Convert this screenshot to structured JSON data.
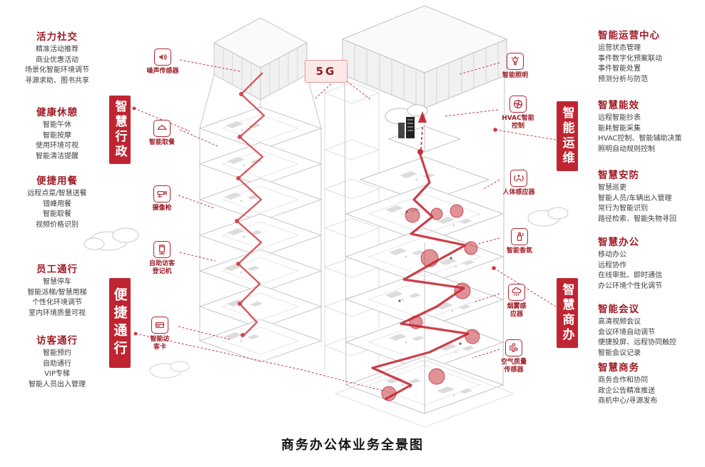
{
  "page": {
    "title": "商务办公体业务全景图",
    "badge_5g": "5G"
  },
  "colors": {
    "accent": "#b2242e",
    "heading": "#9e1c26",
    "vbox_bg": "#bf2531",
    "badge_bg": "#fbe9e7",
    "body_text": "#3f3f3f"
  },
  "left_groups": [
    {
      "heading": "活力社交",
      "items": [
        "精准活动推荐",
        "商业优惠活动",
        "场景化智能环境调节",
        "寻源求助、图书共享"
      ]
    },
    {
      "heading": "健康休憩",
      "items": [
        "智能午休",
        "智能按摩",
        "使用环境可视",
        "智能清洁提醒"
      ]
    },
    {
      "heading": "便捷用餐",
      "items": [
        "远程点菜/智慧送餐",
        "错峰用餐",
        "智能取餐",
        "视频价格识别"
      ]
    },
    {
      "heading": "员工通行",
      "items": [
        "智慧停车",
        "智能派梯/智慧用梯",
        "个性化环境调节",
        "室内环境质量可视"
      ]
    },
    {
      "heading": "访客通行",
      "items": [
        "智能预约",
        "自助通行",
        "VIP专梯",
        "智能人员出入管理"
      ]
    }
  ],
  "right_groups": [
    {
      "heading": "智能运营中心",
      "items": [
        "运营状态管理",
        "事件数字化预案联动",
        "事件智能处置",
        "预测分析与防范"
      ]
    },
    {
      "heading": "智慧能效",
      "items": [
        "远程智能抄表",
        "能耗智能采集",
        "HVAC控制、智能辅助决策",
        "照明自动规则控制"
      ]
    },
    {
      "heading": "智慧安防",
      "items": [
        "智慧巡更",
        "智能人员/车辆出入管理",
        "常行为智能识别",
        "路径检索、智能失物寻回"
      ]
    },
    {
      "heading": "智慧办公",
      "items": [
        "移动办公",
        "远程协作",
        "在线审批、即时通信",
        "办公环境个性化调节"
      ]
    },
    {
      "heading": "智能会议",
      "items": [
        "高清视频会议",
        "会议环境自动调节",
        "便捷投屏、远程协同触控",
        "智能会议记录"
      ]
    },
    {
      "heading": "智慧商务",
      "items": [
        "商务合作和协同",
        "政企公告精准推送",
        "商机中心/寻源发布"
      ]
    }
  ],
  "vertical_labels": {
    "smart_admin": "智慧行政",
    "convenient_access": "便捷通行",
    "smart_ops": "智能运维",
    "smart_business": "智慧商办"
  },
  "left_icons": [
    {
      "name": "noise-sensor",
      "label": "噪声传感器"
    },
    {
      "name": "smart-meal-pickup",
      "label": "智能取餐"
    },
    {
      "name": "cctv-camera",
      "label": "摄像枪"
    },
    {
      "name": "visitor-kiosk",
      "label": "自助访客登记机"
    },
    {
      "name": "visitor-card",
      "label": "智能访客卡"
    }
  ],
  "right_icons": [
    {
      "name": "smart-lighting",
      "label": "智能照明"
    },
    {
      "name": "hvac-control",
      "label": "HVAC智能控制"
    },
    {
      "name": "body-sensor",
      "label": "人体感应器"
    },
    {
      "name": "smart-fragrance",
      "label": "智能香氛"
    },
    {
      "name": "smoke-sensor",
      "label": "烟雾感应器"
    },
    {
      "name": "air-quality-sensor",
      "label": "空气质量传感器"
    }
  ]
}
